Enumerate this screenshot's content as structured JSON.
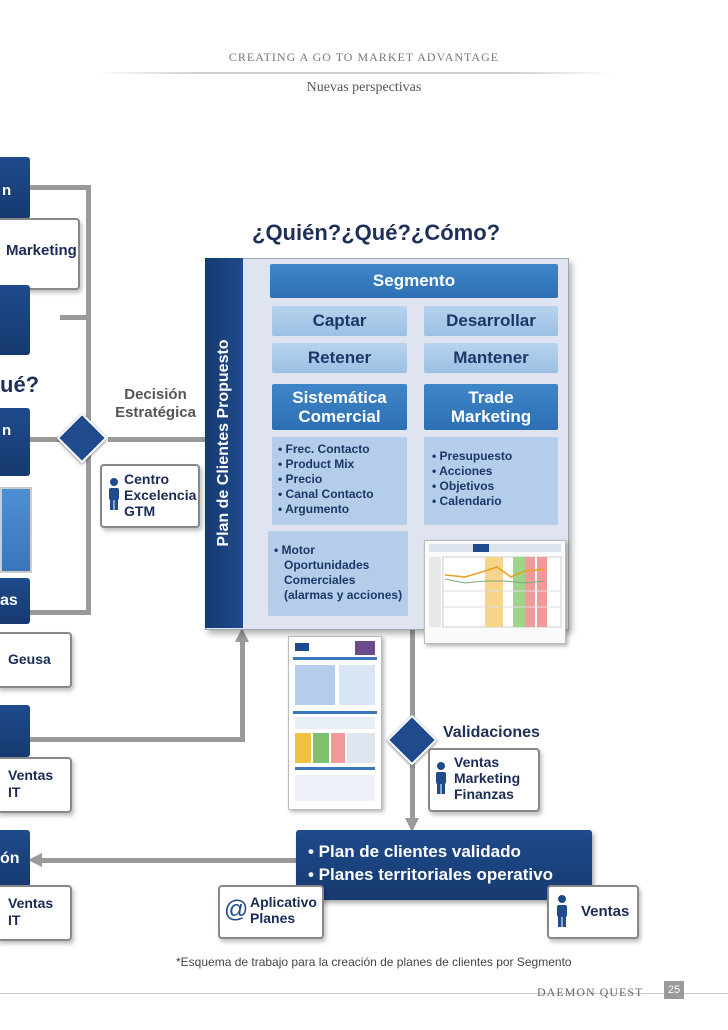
{
  "header": {
    "title": "CREATING A GO TO MARKET ADVANTAGE",
    "subtitle": "Nuevas perspectivas"
  },
  "left": {
    "marketing": "Marketing",
    "question_partial": "ué?",
    "letter_n1": "n",
    "letter_n2": "n",
    "as_partial": "as",
    "geusa": "Geusa",
    "ventas": "Ventas",
    "it": "IT",
    "on_partial": "ón",
    "ventas2": "Ventas",
    "it2": "IT"
  },
  "decision": {
    "line1": "Decisión",
    "line2": "Estratégica"
  },
  "centro": {
    "line1": "Centro",
    "line2": "Excelencia",
    "line3": "GTM"
  },
  "questions": "¿Quién?¿Qué?¿Cómo?",
  "plan_label": "Plan de Clientes Propuesto",
  "segmento": "Segmento",
  "captar": "Captar",
  "desarrollar": "Desarrollar",
  "retener": "Retener",
  "mantener": "Mantener",
  "sistematica": {
    "line1": "Sistemática",
    "line2": "Comercial"
  },
  "trade": {
    "line1": "Trade",
    "line2": "Marketing"
  },
  "list_left": [
    "• Frec. Contacto",
    "• Product Mix",
    "• Precio",
    "• Canal Contacto",
    "• Argumento"
  ],
  "list_right": [
    "• Presupuesto",
    "• Acciones",
    "• Objetivos",
    "• Calendario"
  ],
  "motor": [
    "• Motor",
    "Oportunidades",
    "Comerciales",
    "(alarmas y acciones)"
  ],
  "validaciones": "Validaciones",
  "validators": {
    "line1": "Ventas",
    "line2": "Marketing",
    "line3": "Finanzas"
  },
  "validated": {
    "line1": "• Plan de clientes validado",
    "line2": "• Planes territoriales operativo"
  },
  "aplicativo": {
    "line1": "Aplicativo",
    "line2": "Planes",
    "symbol": "@"
  },
  "ventas_bottom": "Ventas",
  "caption": "*Esquema de trabajo para la creación de planes de clientes por Segmento",
  "footer": {
    "brand": "DAEMON QUEST",
    "page": "25"
  },
  "colors": {
    "navy": "#1f4a8c",
    "blue": "#2d6fb4",
    "light_blue": "#b4cdea",
    "panel": "#dfe4f0"
  }
}
